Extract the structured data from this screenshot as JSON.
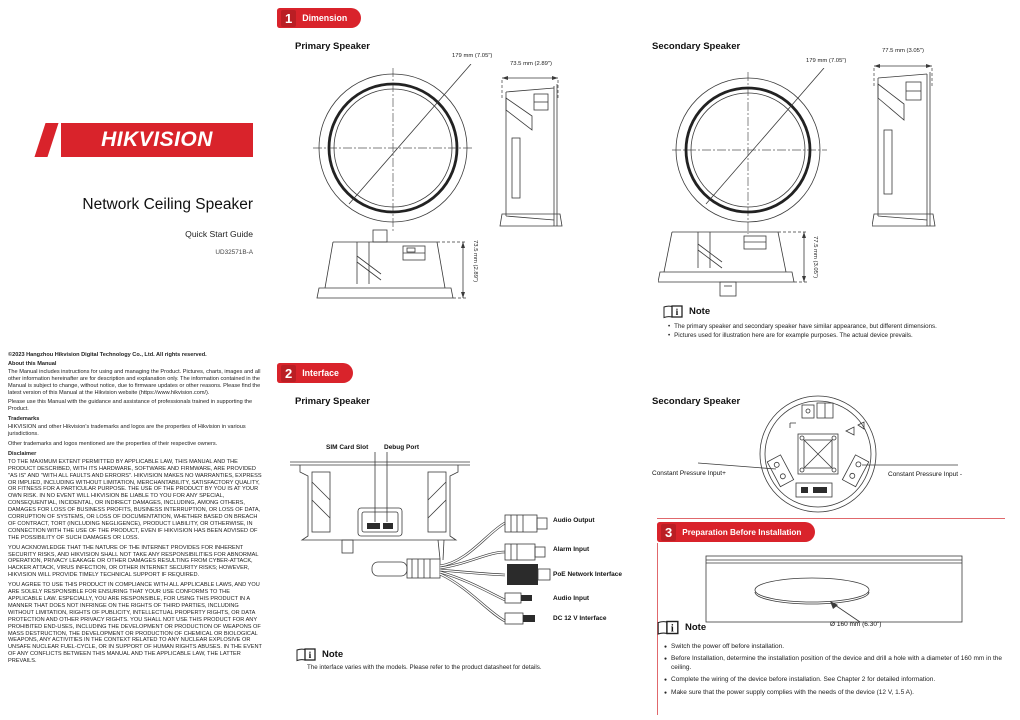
{
  "brand": {
    "logo_text": "HIKVISION",
    "product_title": "Network Ceiling Speaker",
    "subtitle": "Quick Start Guide",
    "doc_code": "UD32571B-A"
  },
  "legal": {
    "copyright": "©2023 Hangzhou Hikvision Digital Technology Co., Ltd. All rights reserved.",
    "about_heading": "About this Manual",
    "about_p1": "The Manual includes instructions for using and managing the Product. Pictures, charts, images and all other information hereinafter are for description and explanation only. The information contained in the Manual is subject to change, without notice, due to firmware updates or other reasons. Please find the latest version of this Manual at the Hikvision website (https://www.hikvision.com/).",
    "about_p2": "Please use this Manual with the guidance and assistance of professionals trained in supporting the Product.",
    "trademarks_heading": "Trademarks",
    "trademarks_p1": "HIKVISION and other Hikvision's trademarks and logos are the properties of Hikvision in various jurisdictions.",
    "trademarks_p2": "Other trademarks and logos mentioned are the properties of their respective owners.",
    "disclaimer_heading": "Disclaimer",
    "disclaimer_p1": "TO THE MAXIMUM EXTENT PERMITTED BY APPLICABLE LAW, THIS MANUAL AND THE PRODUCT DESCRIBED, WITH ITS HARDWARE, SOFTWARE AND FIRMWARE, ARE PROVIDED \"AS IS\" AND \"WITH ALL FAULTS AND ERRORS\". HIKVISION MAKES NO WARRANTIES, EXPRESS OR IMPLIED, INCLUDING WITHOUT LIMITATION, MERCHANTABILITY, SATISFACTORY QUALITY, OR FITNESS FOR A PARTICULAR PURPOSE. THE USE OF THE PRODUCT BY YOU IS AT YOUR OWN RISK. IN NO EVENT WILL HIKVISION BE LIABLE TO YOU FOR ANY SPECIAL, CONSEQUENTIAL, INCIDENTAL, OR INDIRECT DAMAGES, INCLUDING, AMONG OTHERS, DAMAGES FOR LOSS OF BUSINESS PROFITS, BUSINESS INTERRUPTION, OR LOSS OF DATA, CORRUPTION OF SYSTEMS, OR LOSS OF DOCUMENTATION, WHETHER BASED ON BREACH OF CONTRACT, TORT (INCLUDING NEGLIGENCE), PRODUCT LIABILITY, OR OTHERWISE, IN CONNECTION WITH THE USE OF THE PRODUCT, EVEN IF HIKVISION HAS BEEN ADVISED OF THE POSSIBILITY OF SUCH DAMAGES OR LOSS.",
    "disclaimer_p2": "YOU ACKNOWLEDGE THAT THE NATURE OF THE INTERNET PROVIDES FOR INHERENT SECURITY RISKS, AND HIKVISION SHALL NOT TAKE ANY RESPONSIBILITIES FOR ABNORMAL OPERATION, PRIVACY LEAKAGE OR OTHER DAMAGES RESULTING FROM CYBER-ATTACK, HACKER ATTACK, VIRUS INFECTION, OR OTHER INTERNET SECURITY RISKS; HOWEVER, HIKVISION WILL PROVIDE TIMELY TECHNICAL SUPPORT IF REQUIRED.",
    "disclaimer_p3": "YOU AGREE TO USE THIS PRODUCT IN COMPLIANCE WITH ALL APPLICABLE LAWS, AND YOU ARE SOLELY RESPONSIBLE FOR ENSURING THAT YOUR USE CONFORMS TO THE APPLICABLE LAW. ESPECIALLY, YOU ARE RESPONSIBLE, FOR USING THIS PRODUCT IN A MANNER THAT DOES NOT INFRINGE ON THE RIGHTS OF THIRD PARTIES, INCLUDING WITHOUT LIMITATION, RIGHTS OF PUBLICITY, INTELLECTUAL PROPERTY RIGHTS, OR DATA PROTECTION AND OTHER PRIVACY RIGHTS. YOU SHALL NOT USE THIS PRODUCT FOR ANY PROHIBITED END-USES, INCLUDING THE DEVELOPMENT OR PRODUCTION OF WEAPONS OF MASS DESTRUCTION, THE DEVELOPMENT OR PRODUCTION OF CHEMICAL OR BIOLOGICAL WEAPONS, ANY ACTIVITIES IN THE CONTEXT RELATED TO ANY NUCLEAR EXPLOSIVE OR UNSAFE NUCLEAR FUEL-CYCLE, OR IN SUPPORT OF HUMAN RIGHTS ABUSES. IN THE EVENT OF ANY CONFLICTS BETWEEN THIS MANUAL AND THE APPLICABLE LAW, THE LATTER PREVAILS."
  },
  "sections": {
    "dimension": {
      "number": "1",
      "title": "Dimension",
      "primary_heading": "Primary Speaker",
      "secondary_heading": "Secondary Speaker",
      "primary_diameter": "179 mm (7.05\")",
      "primary_width": "73.5 mm (2.89\")",
      "primary_height": "73.5 mm (2.89\")",
      "secondary_diameter": "179 mm (7.05\")",
      "secondary_width": "77.5 mm (3.05\")",
      "secondary_height": "77.5 mm (3.05\")",
      "note_title": "Note",
      "note_items": [
        "The primary speaker and secondary speaker have similar appearance, but different dimensions.",
        "Pictures used for illustration here are for example purposes. The actual device prevails."
      ]
    },
    "interface": {
      "number": "2",
      "title": "Interface",
      "primary_heading": "Primary Speaker",
      "secondary_heading": "Secondary Speaker",
      "sim_label": "SIM Card Slot",
      "debug_label": "Debug Port",
      "cables": [
        "Audio Output",
        "Alarm Input",
        "PoE Network Interface",
        "Audio Input",
        "DC 12 V Interface"
      ],
      "constant_plus": "Constant Pressure Input+",
      "constant_minus": "Constant Pressure Input -",
      "note_title": "Note",
      "note_text": "The interface varies with the models. Please refer to the product datasheet for details."
    },
    "preparation": {
      "number": "3",
      "title": "Preparation Before Installation",
      "hole_label": "Ø 160 mm (6.30\")",
      "note_title": "Note",
      "note_items": [
        "Switch the power off before installation.",
        "Before Installation, determine the installation position of the device and drill a hole with a diameter of 160 mm in the ceiling.",
        "Complete the wiring of the device before installation. See Chapter 2 for detailed  information.",
        "Make sure that the power supply complies with the needs of the device (12 V, 1.5 A)."
      ]
    }
  },
  "icons": {
    "note_glyph": "i"
  },
  "bullets": {
    "dot": "•",
    "disc": "●"
  },
  "colors": {
    "brand_red": "#d9232b",
    "rule_red": "#e0686c"
  }
}
